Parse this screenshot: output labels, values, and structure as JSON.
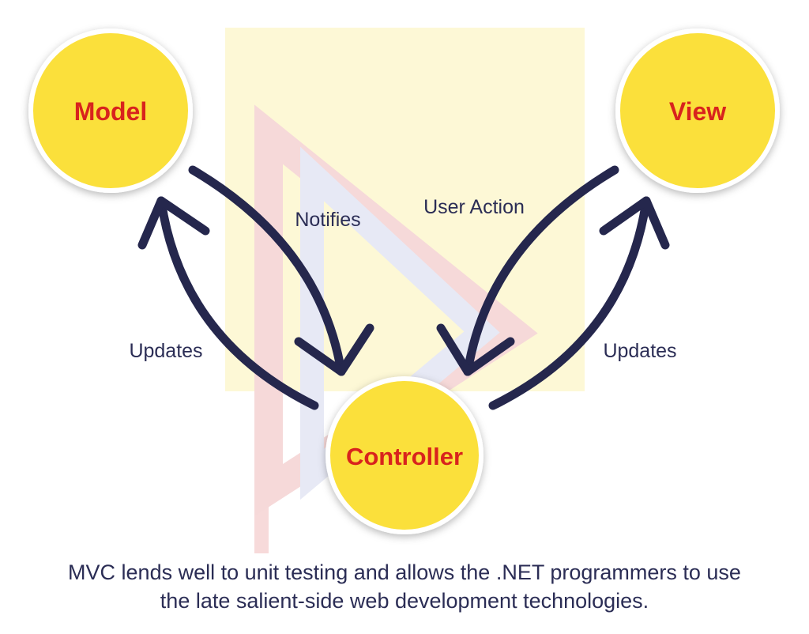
{
  "nodes": {
    "model": "Model",
    "view": "View",
    "controller": "Controller"
  },
  "edges": {
    "model_to_controller": "Notifies",
    "view_to_controller": "User Action",
    "controller_to_model": "Updates",
    "controller_to_view": "Updates"
  },
  "caption": {
    "line1": "MVC lends well to unit testing and allows the .NET programmers to use",
    "line2": "the late salient-side web development technologies."
  },
  "colors": {
    "node_fill": "#fbe03a",
    "node_text": "#d8231d",
    "arrow": "#25274d",
    "text": "#2b2d55",
    "watermark_yellow": "#fdf7d0",
    "watermark_red": "#f6d4d4",
    "watermark_blue": "#e6e8f5"
  }
}
